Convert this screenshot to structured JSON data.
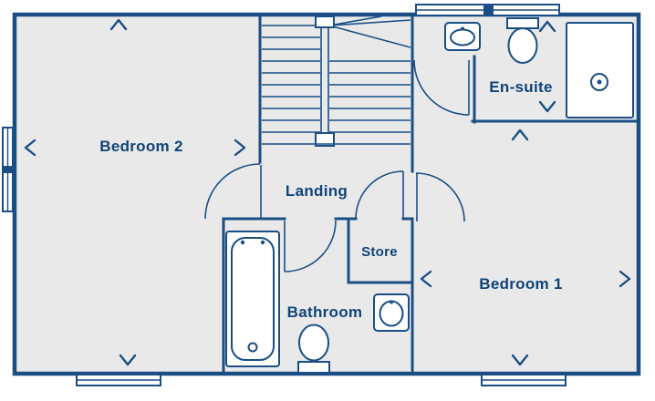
{
  "colors": {
    "wall": "#1a4e85",
    "label_text": "#0f437a",
    "floor": "#e9e9e9",
    "background": "#ffffff"
  },
  "rooms": {
    "bedroom2": {
      "label": "Bedroom 2"
    },
    "landing": {
      "label": "Landing"
    },
    "store": {
      "label": "Store"
    },
    "bathroom": {
      "label": "Bathroom"
    },
    "bedroom1": {
      "label": "Bedroom 1"
    },
    "ensuite": {
      "label": "En-suite"
    }
  },
  "fixtures": {
    "bath": "bathtub",
    "bathroom_toilet": "toilet",
    "bathroom_basin": "basin",
    "ensuite_toilet": "toilet",
    "ensuite_basin": "basin",
    "shower": "shower",
    "stairs": "staircase"
  }
}
